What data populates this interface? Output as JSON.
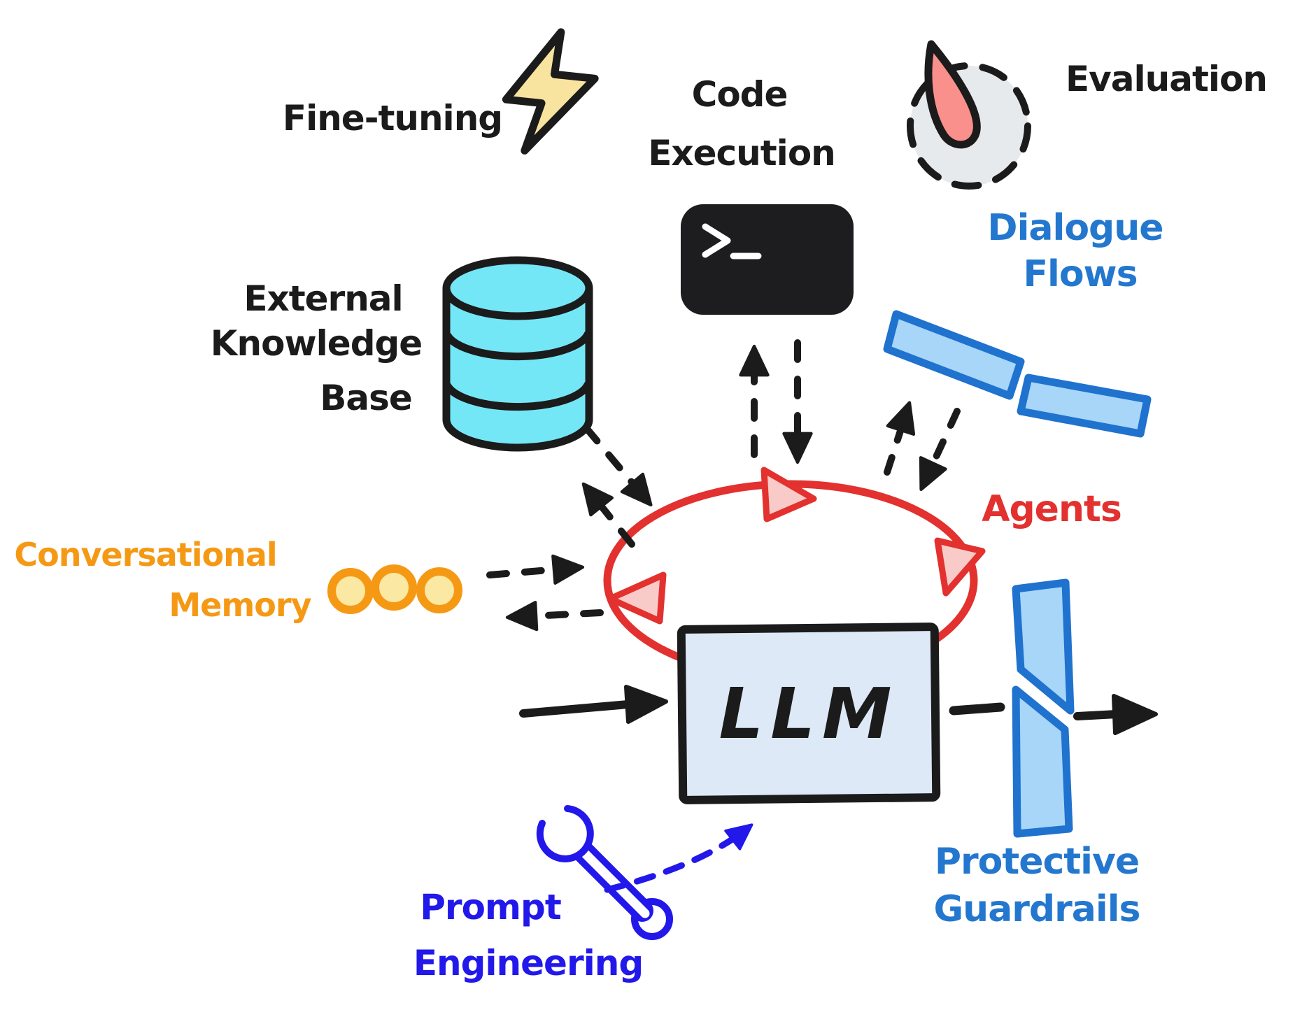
{
  "title": "Hand-drawn diagram of LLM application ecosystem components",
  "labels": {
    "fine_tuning": "Fine-tuning",
    "code_execution": {
      "line1": "Code",
      "line2": "Execution"
    },
    "evaluation": "Evaluation",
    "dialogue_flows": {
      "line1": "Dialogue",
      "line2": "Flows"
    },
    "external_knowledge_base": {
      "line1": "External",
      "line2": "Knowledge",
      "line3": "Base"
    },
    "conversational_memory": {
      "line1": "Conversational",
      "line2": "Memory"
    },
    "agents": "Agents",
    "llm": "LLM",
    "protective_guardrails": {
      "line1": "Protective",
      "line2": "Guardrails"
    },
    "prompt_engineering": {
      "line1": "Prompt",
      "line2": "Engineering"
    }
  },
  "icons": {
    "fine_tuning": "lightning-bolt-icon",
    "code_execution": "terminal-icon",
    "evaluation": "gauge-icon",
    "external_knowledge_base": "database-icon",
    "dialogue_flows": "slanted-bars-icon",
    "conversational_memory": "three-dots-icon",
    "agents": "cycle-loop-icon",
    "llm": "llm-box",
    "protective_guardrails": "broken-barrier-icon",
    "prompt_engineering": "wrench-icon"
  },
  "connections": [
    {
      "from": "external-knowledge-base",
      "to": "llm-loop",
      "style": "dashed",
      "direction": "both"
    },
    {
      "from": "code-execution-terminal",
      "to": "llm-loop",
      "style": "dashed",
      "direction": "both"
    },
    {
      "from": "dialogue-flows",
      "to": "llm-loop",
      "style": "dashed",
      "direction": "both"
    },
    {
      "from": "conversational-memory",
      "to": "llm-loop",
      "style": "dashed",
      "direction": "both"
    },
    {
      "from": "prompt-engineering-wrench",
      "to": "llm-box",
      "style": "dashed-blue",
      "direction": "one-way"
    },
    {
      "from": "input",
      "to": "llm-box",
      "style": "solid",
      "direction": "one-way"
    },
    {
      "from": "llm-box",
      "to": "output-through-guardrails",
      "style": "solid",
      "direction": "one-way"
    }
  ],
  "colors": {
    "ink": "#1b1b1b",
    "white": "#ffffff",
    "bolt_fill": "#F8E49E",
    "terminal_bg": "#1d1d1f",
    "gauge_bg": "#E7EAED",
    "needle_fill": "#F9908C",
    "db_fill": "#74E7F7",
    "blue_fill": "#A8D6F8",
    "blue_stroke": "#1F72CE",
    "blue_label": "#2377CE",
    "prompt_blue": "#2218EA",
    "orange": "#F59915",
    "memory_fill": "#FAE8A3",
    "red": "#E2312E",
    "pink": "#F9CBC8",
    "llm_fill": "#DDE9F7"
  }
}
